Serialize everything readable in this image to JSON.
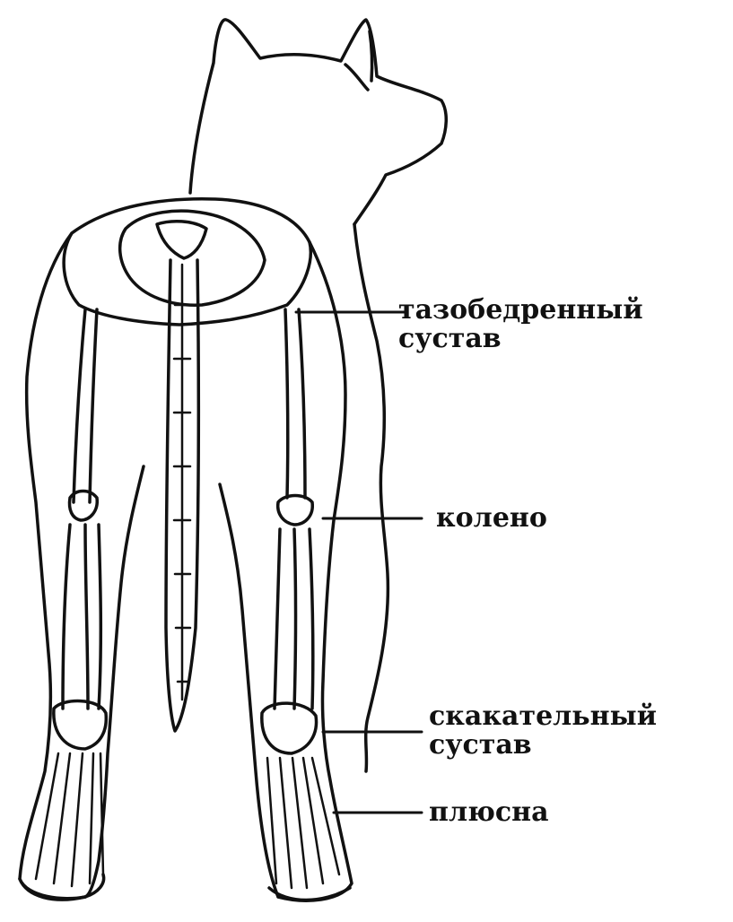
{
  "labels": {
    "hip_line1": "тазобедренный",
    "hip_line2": "сустав",
    "knee": "колено",
    "hock_line1": "скакательный",
    "hock_line2": "сустав",
    "metatarsus": "плюсна"
  },
  "colors": {
    "ink": "#111111",
    "paper": "#ffffff"
  }
}
